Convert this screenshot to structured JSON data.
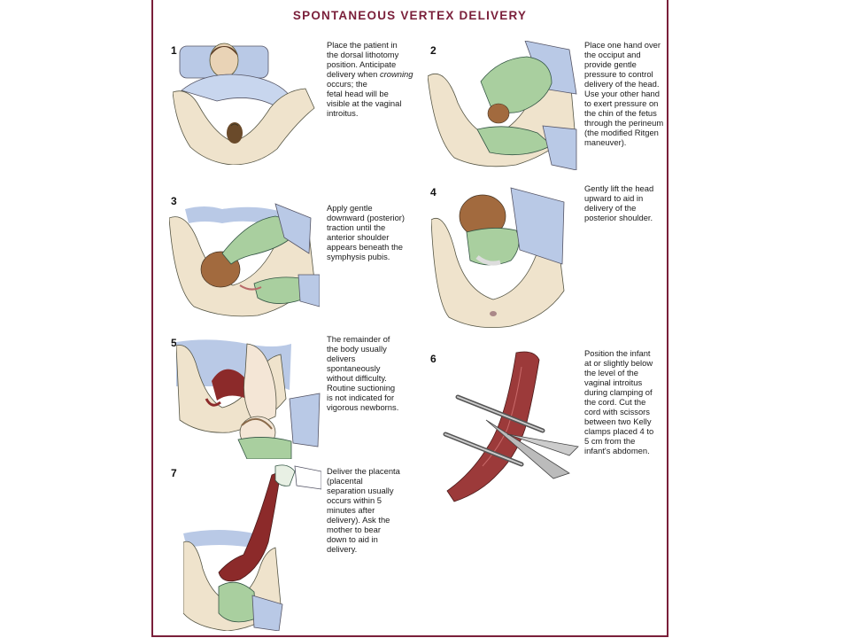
{
  "title": "SPONTANEOUS VERTEX DELIVERY",
  "steps": [
    {
      "number": "1",
      "text": "Place the patient in\nthe dorsal lithotomy\nposition. Anticipate\ndelivery when",
      "em": "crowning",
      "text_after": " occurs; the\nfetal head will be\nvisible at the vaginal\nintroitus."
    },
    {
      "number": "2",
      "text": "Place one hand over\nthe occiput and\nprovide gentle\npressure to control\ndelivery of the head.\nUse your other hand\nto exert pressure on\nthe chin of the fetus\nthrough the perineum\n(the modified Ritgen\nmaneuver)."
    },
    {
      "number": "3",
      "text": "Apply gentle\ndownward (posterior)\ntraction until the\nanterior shoulder\nappears beneath the\nsymphysis pubis."
    },
    {
      "number": "4",
      "text": "Gently lift the head\nupward to aid in\ndelivery of the\nposterior shoulder."
    },
    {
      "number": "5",
      "text": "The remainder of\nthe body usually\ndelivers\nspontaneously\nwithout difficulty.\nRoutine suctioning\nis not indicated for\nvigorous newborns."
    },
    {
      "number": "6",
      "text": "Position the infant\nat or slightly below\nthe level of the\nvaginal introitus\nduring clamping of\nthe cord. Cut the\ncord with scissors\nbetween two Kelly\nclamps placed 4 to\n5 cm from the\ninfant's abdomen."
    },
    {
      "number": "7",
      "text": "Deliver the placenta\n(placental\nseparation usually\noccurs within 5\nminutes after\ndelivery). Ask the\nmother to bear\ndown to aid in\ndelivery."
    }
  ],
  "colors": {
    "border": "#7a1f3a",
    "title": "#7a1f3a",
    "skin": "#efe3cc",
    "drape": "#b9c9e6",
    "glove": "#a9cf9f",
    "infant_head": "#a26a3e",
    "cord": "#8c2a2a"
  }
}
